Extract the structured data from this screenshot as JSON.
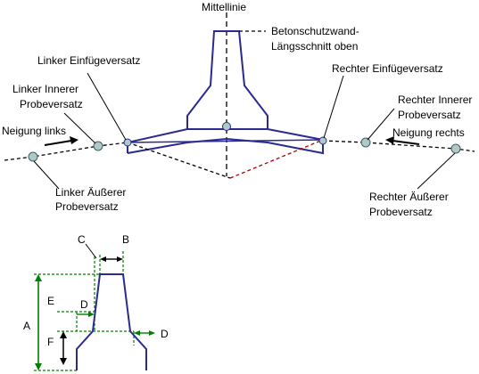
{
  "labels": {
    "center_line": "Mittellinie",
    "barrier_section_line1": "Betonschutzwand-",
    "barrier_section_line2": "Längsschnitt oben",
    "left_insert_offset": "Linker Einfügeversatz",
    "right_insert_offset": "Rechter Einfügeversatz",
    "left_inner_line1": "Linker Innerer",
    "left_inner_line2": "Probeversatz",
    "right_inner_line1": "Rechter Innerer",
    "right_inner_line2": "Probeversatz",
    "slope_left": "Neigung links",
    "slope_right": "Neigung rechts",
    "left_outer_line1": "Linker Äußerer",
    "left_outer_line2": "Probeversatz",
    "right_outer_line1": "Rechter Äußerer",
    "right_outer_line2": "Probeversatz"
  },
  "dimensions": {
    "a": "A",
    "b": "B",
    "c": "C",
    "d_inner": "D",
    "d_outer": "D",
    "e": "E",
    "f": "F"
  },
  "colors": {
    "barrier_outline": "#2b2b8f",
    "ground_line": "#000000",
    "cut_line_right": "#aa0000",
    "dimension_line": "#008000",
    "probe_point_fill": "#b0c8c8",
    "probe_point_stroke": "#406060"
  }
}
